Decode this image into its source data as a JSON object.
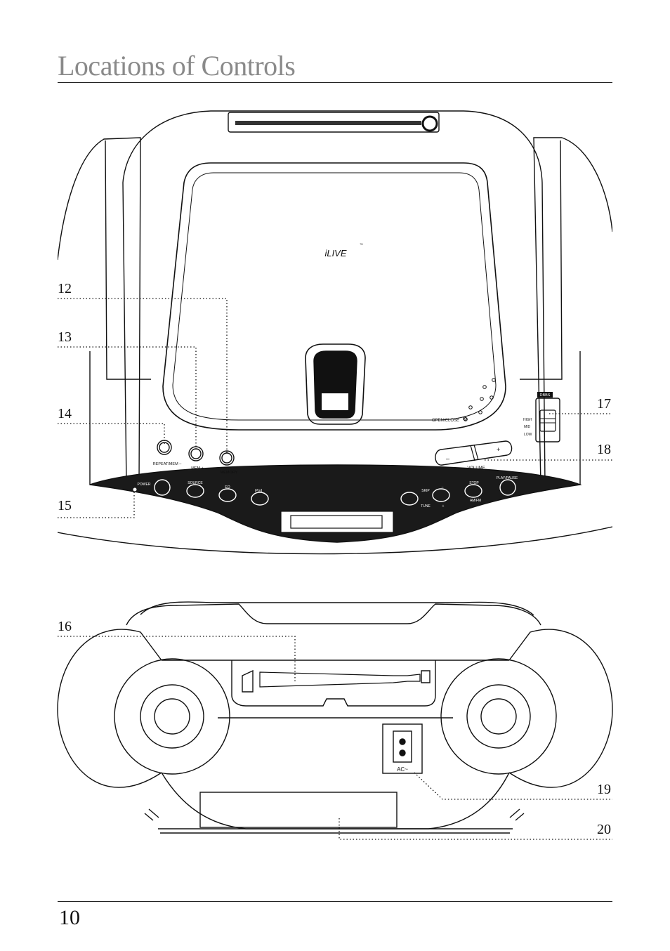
{
  "page": {
    "title": "Locations of Controls",
    "page_number": "10"
  },
  "callouts": [
    "12",
    "13",
    "14",
    "15",
    "16",
    "17",
    "18",
    "19",
    "20"
  ],
  "top_view": {
    "logo": "iLIVE",
    "logo_tm": "™",
    "open_close_label": "OPEN/CLOSE",
    "dbbs_label": "DBBS",
    "dbbs_levels": [
      "HIGH",
      "MID",
      "LOW"
    ],
    "volume_label": "VOLUME",
    "volume_minus": "–",
    "volume_plus": "+",
    "buttons": {
      "repeat_mem": "REPEAT/MEM –",
      "mem_plus": "MEM +",
      "memory": "MEMORY",
      "power": "POWER",
      "source": "SOURCE",
      "eq": "EQ",
      "ipod": "iPod",
      "skip": "SKIP",
      "tune": "TUNE",
      "skip_minus": "–",
      "skip_plus": "+",
      "stop": "STOP",
      "am_fm": "AM/FM",
      "play_pause": "PLAY/PAUSE"
    }
  },
  "back_view": {
    "ac_label": "AC~"
  }
}
